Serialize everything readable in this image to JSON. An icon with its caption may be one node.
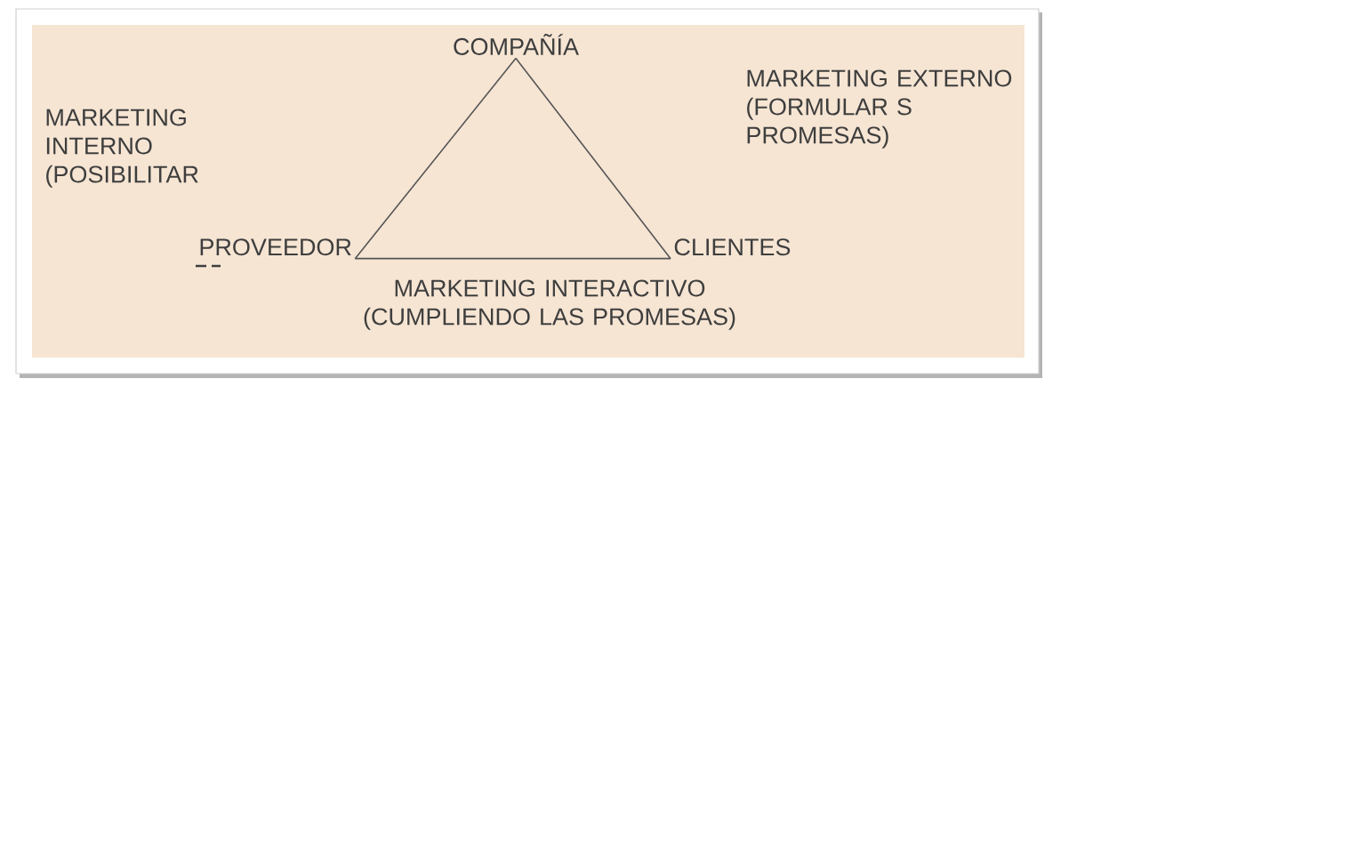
{
  "diagram": {
    "nodes": [
      {
        "text": [
          "COMPAÑÍA"
        ]
      },
      {
        "text": [
          "PROVEEDOR"
        ]
      },
      {
        "text": [
          "CLIENTES"
        ]
      }
    ],
    "edges": [
      {
        "from": 0,
        "to": 1,
        "arrow": "none"
      },
      {
        "from": 0,
        "to": 2,
        "arrow": "none"
      },
      {
        "from": 1,
        "to": 2,
        "arrow": "none"
      }
    ],
    "labels": [
      "MARKETING INTERNO (POSIBILITAR",
      "MARKETING EXTERNO (FORMULAR S PROMESAS)",
      "MARKETING INTERACTIVO (CUMPLIENDO LAS PROMESAS)"
    ]
  }
}
